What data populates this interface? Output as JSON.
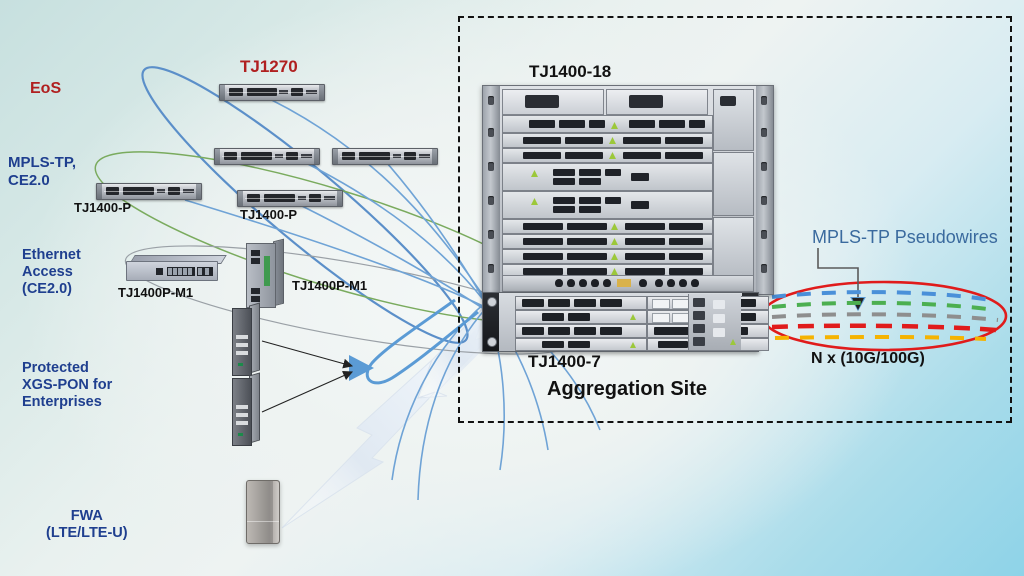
{
  "diagram": {
    "title": "TJ1400 Aggregation Network Diagram",
    "colors": {
      "accent_red": "#b02020",
      "accent_navy": "#1f3f8f",
      "accent_steel": "#3a6a9e",
      "ellipse_blue": "#5b8fc9",
      "ellipse_green": "#7aab5e",
      "ellipse_gray": "#9aa0a6",
      "ellipse_red": "#e01b1b",
      "pseudowire_blue": "#4a90d9",
      "pseudowire_green": "#4caf50",
      "pseudowire_gray": "#8e8e8e",
      "pseudowire_red": "#e01b1b",
      "pseudowire_yellow": "#f5b301"
    }
  },
  "labels": {
    "eos": "EoS",
    "tj1270": "TJ1270",
    "mpls_tp_ce20": "MPLS-TP,\nCE2.0",
    "ethernet_access": "Ethernet\nAccess\n(CE2.0)",
    "protected_xgs_pon": "Protected\nXGS-PON for\nEnterprises",
    "fwa": "FWA\n(LTE/LTE-U)",
    "tj1400p_left": "TJ1400-P",
    "tj1400p_right": "TJ1400-P",
    "tj1400pm1_left": "TJ1400P-M1",
    "tj1400pm1_right": "TJ1400P-M1",
    "tj1400_18": "TJ1400-18",
    "tj1400_7": "TJ1400-7",
    "aggregation_site": "Aggregation Site",
    "mpls_tp_pseudowires": "MPLS-TP Pseudowires",
    "capacity": "N x (10G/100G)"
  },
  "devices": [
    {
      "name": "tj1270-unit",
      "label": "TJ1270"
    },
    {
      "name": "tj1400p-unit-1",
      "label": "TJ1400-P"
    },
    {
      "name": "tj1400p-unit-2",
      "label": "TJ1400-P"
    },
    {
      "name": "tj1400p-unit-3",
      "label": "TJ1400-P"
    },
    {
      "name": "tj1400p-unit-4",
      "label": "TJ1400-P"
    },
    {
      "name": "tj1400pm1-switch",
      "label": "TJ1400P-M1"
    },
    {
      "name": "tj1400pm1-industrial",
      "label": "TJ1400P-M1"
    },
    {
      "name": "xgs-pon-unit-1",
      "label": "Protected XGS-PON"
    },
    {
      "name": "xgs-pon-unit-2",
      "label": "Protected XGS-PON"
    },
    {
      "name": "fwa-cpe",
      "label": "FWA CPE"
    },
    {
      "name": "tj1400-18-chassis",
      "label": "TJ1400-18"
    },
    {
      "name": "tj1400-7-shelf",
      "label": "TJ1400-7"
    }
  ],
  "pseudowires": {
    "count": 5,
    "rows": [
      {
        "color": "#4a90d9",
        "name": "pseudowire-row-blue"
      },
      {
        "color": "#4caf50",
        "name": "pseudowire-row-green"
      },
      {
        "color": "#8e8e8e",
        "name": "pseudowire-row-gray"
      },
      {
        "color": "#e01b1b",
        "name": "pseudowire-row-red"
      },
      {
        "color": "#f5b301",
        "name": "pseudowire-row-yellow"
      }
    ]
  }
}
